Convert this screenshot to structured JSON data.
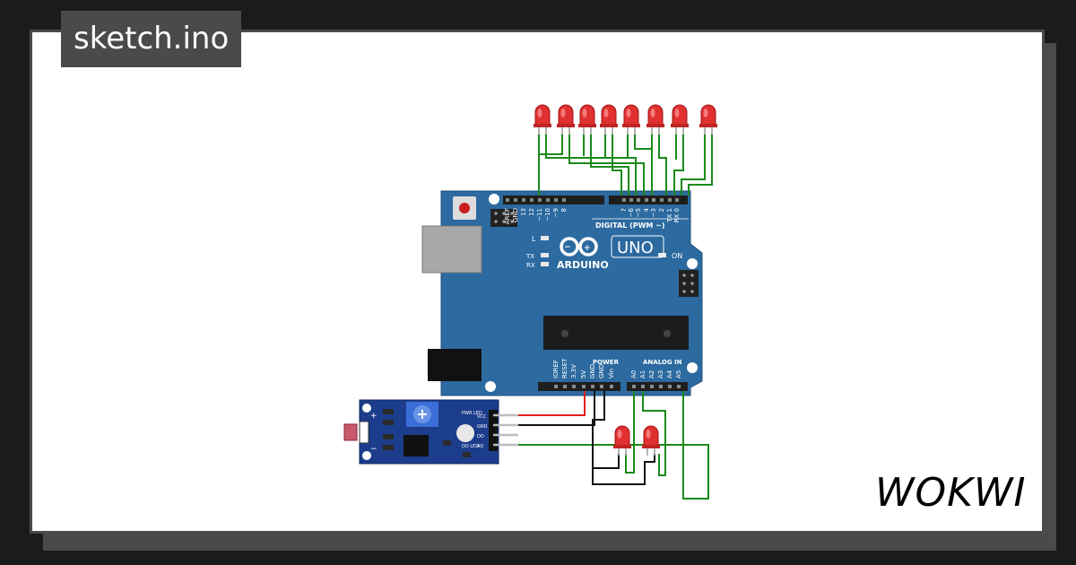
{
  "sketch": {
    "filename": "sketch.ino"
  },
  "brand": {
    "name": "WOKWI"
  },
  "arduino": {
    "model": "UNO",
    "brand_label": "ARDUINO",
    "digital_label": "DIGITAL (PWM ~)",
    "power_label": "POWER",
    "analog_label": "ANALOG IN",
    "on_label": "ON",
    "led_l_label": "L",
    "tx_label": "TX",
    "rx_label": "RX",
    "top_pins": [
      "AREF",
      "GND",
      "13",
      "12",
      "~11",
      "~10",
      "~9",
      "8",
      "7",
      "~6",
      "~5",
      "4",
      "~3",
      "2",
      "TX 1",
      "RX 0"
    ],
    "bottom_pins": [
      "IOREF",
      "RESET",
      "3.3V",
      "5V",
      "GND",
      "GND",
      "Vin",
      "A0",
      "A1",
      "A2",
      "A3",
      "A4",
      "A5"
    ]
  },
  "sensor_module": {
    "name": "photoresistor-module",
    "pin_labels": [
      "VCC",
      "GND",
      "DO",
      "AO"
    ],
    "led_labels": [
      "PWR LED",
      "DO LED"
    ],
    "side_labels": [
      "+",
      "−"
    ]
  },
  "colors": {
    "pcb": "#2c6aa0",
    "wire_green": "#1a8a1a",
    "wire_red": "#e02020",
    "wire_black": "#111111",
    "led_red": "#e03030"
  }
}
